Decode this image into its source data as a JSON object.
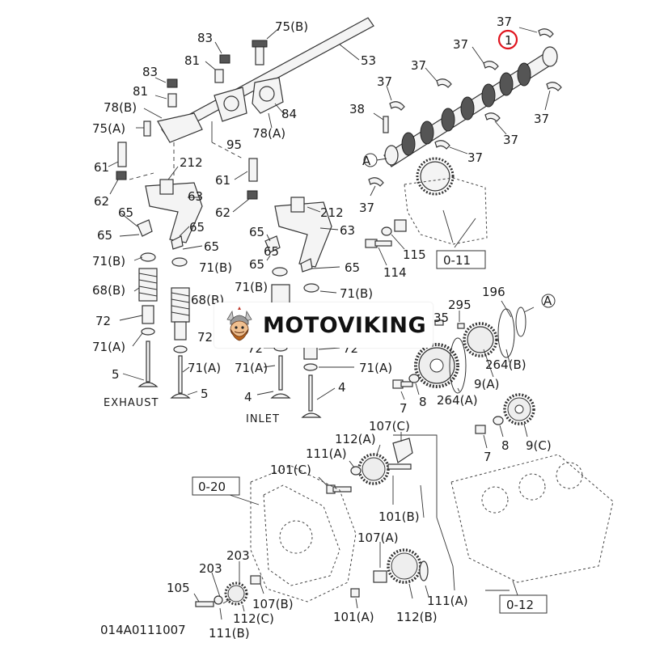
{
  "brand": {
    "name": "MOTOVIKING"
  },
  "highlight": {
    "ring_color": "#e0141e",
    "target_label": "1"
  },
  "diagram_code": "014A0111007",
  "captions": {
    "exhaust": "EXHAUST",
    "inlet": "INLET"
  },
  "refs": [
    "0-11",
    "0-12",
    "0-20"
  ],
  "callouts": {
    "a_top": "A",
    "a_gear": "A",
    "p37a": "37",
    "p37b": "37",
    "p37c": "37",
    "p37d": "37",
    "p37e": "37",
    "p37f": "37",
    "p37g": "37",
    "p1": "1",
    "p38": "38",
    "p53": "53",
    "p75b": "75(B)",
    "p83a": "83",
    "p83b": "83",
    "p81a": "81",
    "p81b": "81",
    "p78b": "78(B)",
    "p75a": "75(A)",
    "p84": "84",
    "p78a": "78(A)",
    "p95": "95",
    "p61a": "61",
    "p61b": "61",
    "p212a": "212",
    "p212b": "212",
    "p62a": "62",
    "p62b": "62",
    "p63a": "63",
    "p63b": "63",
    "p65a": "65",
    "p65b": "65",
    "p65c": "65",
    "p65d": "65",
    "p65e": "65",
    "p65f": "65",
    "p65g": "65",
    "p71b1": "71(B)",
    "p71b2": "71(B)",
    "p71b3": "71(B)",
    "p71b4": "71(B)",
    "p68b1": "68(B)",
    "p68b2": "68(B)",
    "p72a": "72",
    "p72b": "72",
    "p72c": "72",
    "p72d": "72",
    "p71a1": "71(A)",
    "p71a2": "71(A)",
    "p71a3": "71(A)",
    "p71a4": "71(A)",
    "p5a": "5",
    "p5b": "5",
    "p4a": "4",
    "p4b": "4",
    "p114": "114",
    "p115": "115",
    "p35": "35",
    "p295": "295",
    "p196": "196",
    "p9a": "9(A)",
    "p264b": "264(B)",
    "p264a": "264(A)",
    "p7a": "7",
    "p7b": "7",
    "p8a": "8",
    "p8b": "8",
    "p9c": "9(C)",
    "p107c": "107(C)",
    "p112a": "112(A)",
    "p111a_top": "111(A)",
    "p101c": "101(C)",
    "p101b": "101(B)",
    "p107a": "107(A)",
    "p111a_bot": "111(A)",
    "p112b": "112(B)",
    "p101a": "101(A)",
    "p203a": "203",
    "p203b": "203",
    "p105": "105",
    "p107b": "107(B)",
    "p112c": "112(C)",
    "p111b": "111(B)"
  }
}
